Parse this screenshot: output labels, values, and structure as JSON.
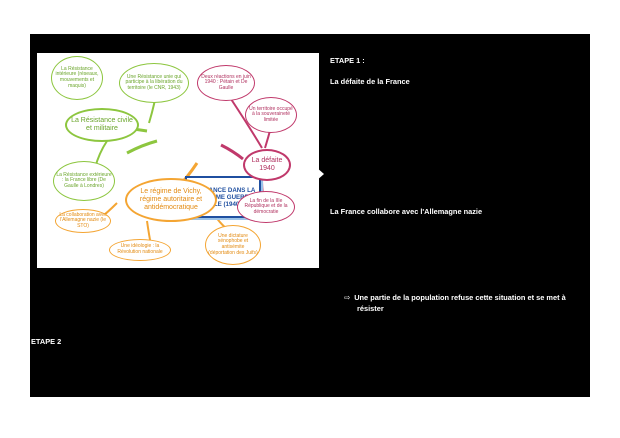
{
  "mindmap": {
    "center": "LA FRANCE DANS LA DEUXIÈME GUERRE MONDIALE (1940-1944)",
    "resistance_title": "La Résistance civile et militaire",
    "resistance_interieure": "La Résistance intérieure (réseaux, mouvements et maquis)",
    "resistance_liberation": "Une Résistance unie qui participe à la libération du territoire (le CNR, 1943)",
    "resistance_exterieure": "La Résistance extérieure : la France libre (De Gaulle à Londres)",
    "vichy_title": "Le régime de Vichy, régime autoritaire et antidémocratique",
    "collaboration": "La collaboration avec l'Allemagne nazie (le STO)",
    "ideologie": "Une idéologie : la Révolution nationale",
    "dictature": "Une dictature xénophobe et antisémite (déportation des Juifs)",
    "defaite_title": "La défaite 1940",
    "deux_reactions": "Deux réactions en juin 1940 : Pétain et De Gaulle",
    "territoire": "Un territoire occupé à la souveraineté limitée",
    "fin_republique": "La fin de la IIIe République et de la démocratie"
  },
  "steps": {
    "etape1": "ETAPE 1 :",
    "defaite": "La défaite de la France",
    "collabore": "La France collabore avec l'Allemagne nazie",
    "refuse_line1": "Une partie de la population refuse cette situation et se met à",
    "refuse_line2": "résister",
    "etape2": "ETAPE 2"
  },
  "icons": {
    "bullet": "⇨"
  },
  "colors": {
    "green": "#8dc63f",
    "orange": "#f4a533",
    "red": "#c0396b",
    "blue": "#1f4fa0"
  }
}
